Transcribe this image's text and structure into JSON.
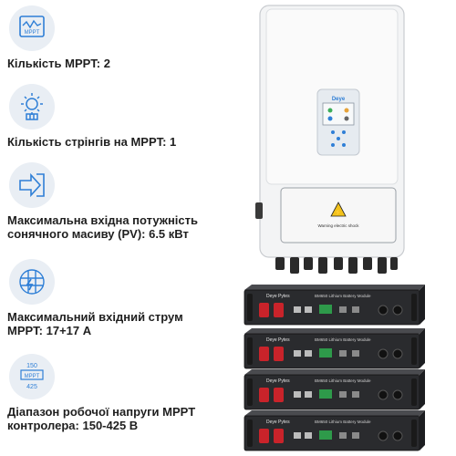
{
  "features": [
    {
      "icon": "mppt-icon",
      "icon_text": "MPPT",
      "label": "Кількість MPPT: 2"
    },
    {
      "icon": "sun-bulb-icon",
      "label": "Кількість стрінгів на MPPT: 1"
    },
    {
      "icon": "arrow-panel-icon",
      "label": "Максимальна вхідна потужність\nсонячного масиву (PV): 6.5 кВт"
    },
    {
      "icon": "solar-grid-icon",
      "label": "Максимальний вхідний струм\nMPPT: 17+17 А"
    },
    {
      "icon": "voltage-range-icon",
      "icon_text_top": "150",
      "icon_text_mid": "MPPT",
      "icon_text_bottom": "425",
      "label": "Діапазон робочої напруги MPPT\nконтролера: 150-425 В"
    }
  ],
  "inverter": {
    "brand": "Deye",
    "warning_label": "Warning electric shock"
  },
  "battery": {
    "brand": "Deye Pytes",
    "model_text": "BM650 Lithium Battery Module",
    "count": 4
  },
  "colors": {
    "icon_bg": "#e9eef4",
    "icon_blue": "#2f7fd6",
    "battery_body": "#2a2b2e",
    "battery_red": "#c9232a"
  }
}
